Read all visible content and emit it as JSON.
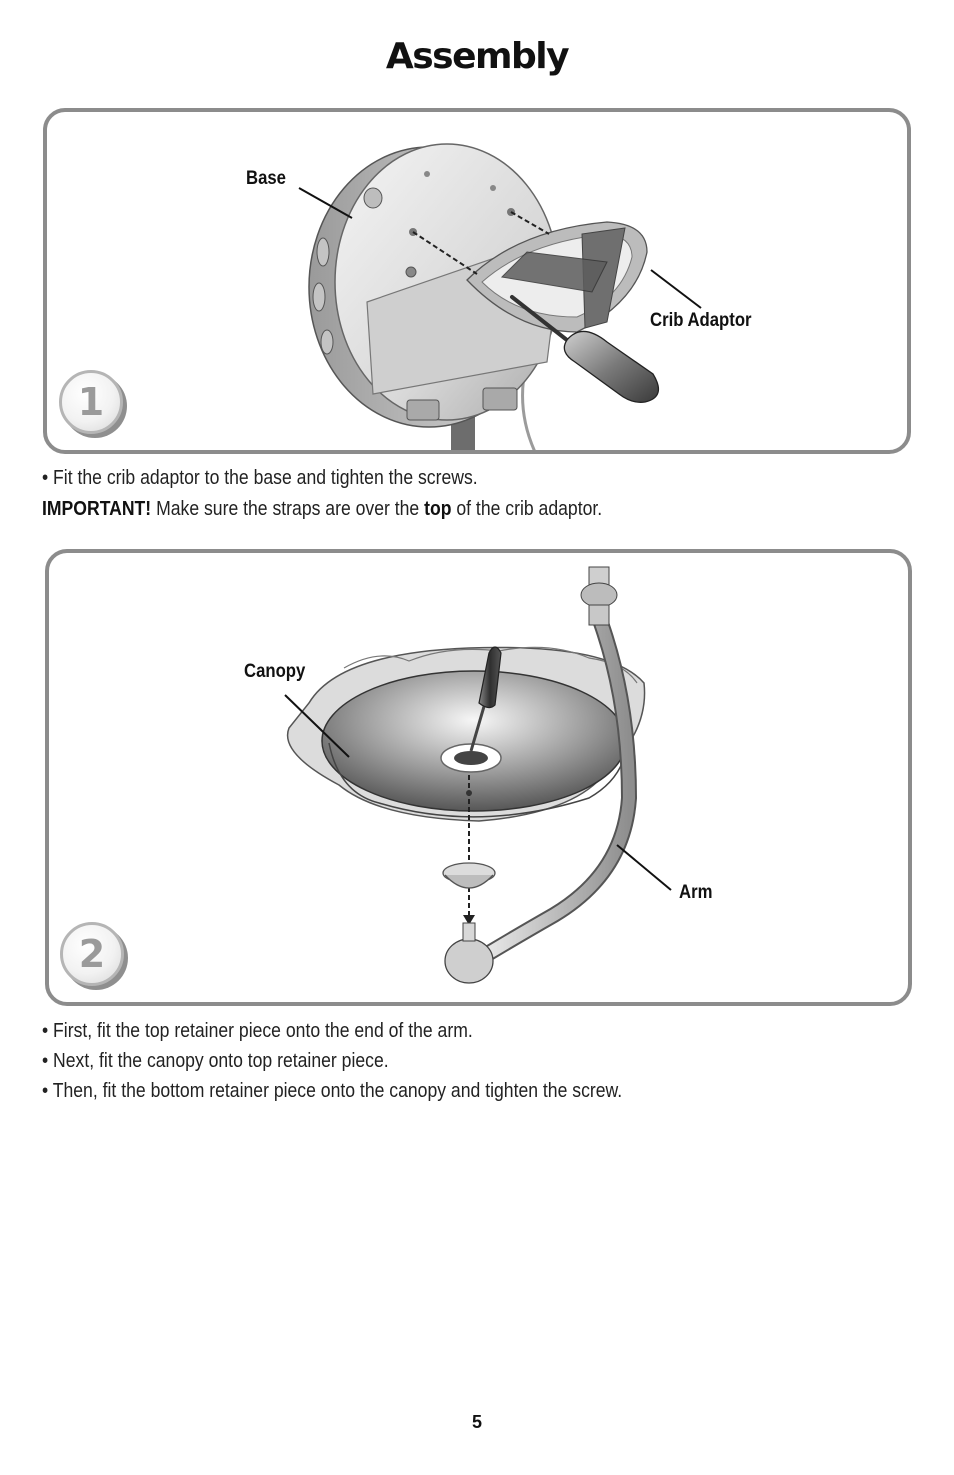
{
  "title": "Assembly",
  "step1": {
    "number": "1",
    "labels": {
      "base": "Base",
      "crib_adaptor": "Crib Adaptor"
    },
    "instruction": "• Fit the crib adaptor to the base and tighten the screws.",
    "important": {
      "prefix": "IMPORTANT!",
      "text_before": " Make sure the straps are over the ",
      "emphasis": "top",
      "text_after": " of the crib adaptor."
    }
  },
  "step2": {
    "number": "2",
    "labels": {
      "canopy": "Canopy",
      "arm": "Arm"
    },
    "instructions": [
      "• First, fit the top retainer piece onto the end of the arm.",
      "• Next, fit the canopy onto top retainer piece.",
      "• Then, fit the bottom retainer piece onto the canopy and tighten the screw."
    ]
  },
  "page_number": "5",
  "icons": [
    "screwdriver-icon",
    "crib-mobile-base-illustration",
    "canopy-arm-illustration"
  ]
}
